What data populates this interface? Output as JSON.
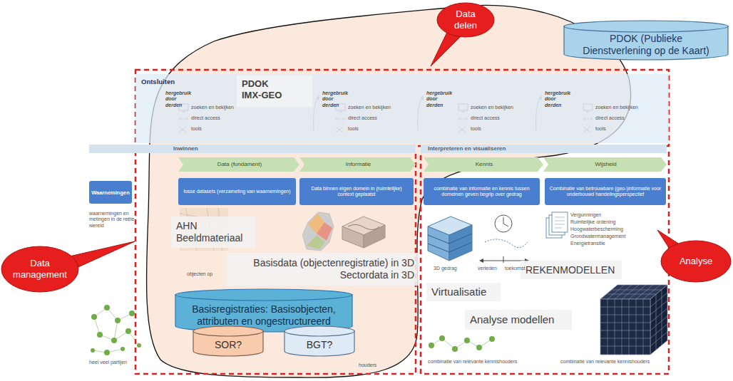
{
  "diagram": {
    "nodes": [
      {
        "text": [
          "Data delen"
        ]
      },
      {
        "text": [
          "PDOK (Publieke Dienstverlening op de Kaart)"
        ]
      },
      {
        "text": [
          "Ontsluiten"
        ]
      },
      {
        "text": [
          "PDOK IMX-GEO"
        ],
        "in": 2
      },
      {
        "text": [
          "Inwinnen"
        ]
      },
      {
        "text": [
          "Interpreteren en visualiseren"
        ]
      },
      {
        "text": [
          "Data (fundament)"
        ]
      },
      {
        "text": [
          "Informatie"
        ]
      },
      {
        "text": [
          "Kennis"
        ]
      },
      {
        "text": [
          "Wijsheid"
        ]
      },
      {
        "text": [
          "Waarnemingen"
        ]
      },
      {
        "text": [
          "losse datasets (verzameling van waarnemingen)"
        ]
      },
      {
        "text": [
          "Data binnen eigen domein in (ruimtelijke) context geplaatst"
        ]
      },
      {
        "text": [
          "combinatie van informatie en kennis tussen domeinen geven begrip over gedrag"
        ]
      },
      {
        "text": [
          "Combinatie van betrouwbare (geo-)informatie voor onderbouwd handelingsperspectief"
        ]
      },
      {
        "text": [
          "Data management"
        ]
      },
      {
        "text": [
          "AHN Beeldmateriaal"
        ]
      },
      {
        "text": [
          "Basisdata (objectenregistratie) in 3D Sectordata in 3D"
        ]
      },
      {
        "text": [
          "Basisregistraties: Basisobjecten, attributen en ongestructureerd"
        ]
      },
      {
        "text": [
          "SOR?"
        ]
      },
      {
        "text": [
          "BGT?"
        ]
      },
      {
        "text": [
          "Virtualisatie"
        ]
      },
      {
        "text": [
          "REKENMODELLEN"
        ]
      },
      {
        "text": [
          "Analyse modellen"
        ]
      },
      {
        "text": [
          "Analyse"
        ]
      }
    ],
    "labels": [
      "hergebruik door derden",
      "zoeken en bekijken",
      "direct access",
      "tools",
      "hergebruik door derden",
      "zoeken en bekijken",
      "direct access",
      "tools",
      "hergebruik door derden",
      "zoeken en bekijken",
      "direct access",
      "tools",
      "hergebruik door derden",
      "zoeken en bekijken",
      "direct access",
      "tools",
      "waarnemingen en metingen in de reële wereld",
      "objecten op",
      "heel veel partijen",
      "3D gedrag",
      "verleden",
      "toekomst",
      "Vergunningen",
      "Ruimtelijke ordening",
      "Hoogwaterbescherming",
      "Grondwatermanagement",
      "Energietransitie",
      "houders",
      "combinatie van relevante kennishouders",
      "combinatie van relevante kennishouders"
    ]
  }
}
